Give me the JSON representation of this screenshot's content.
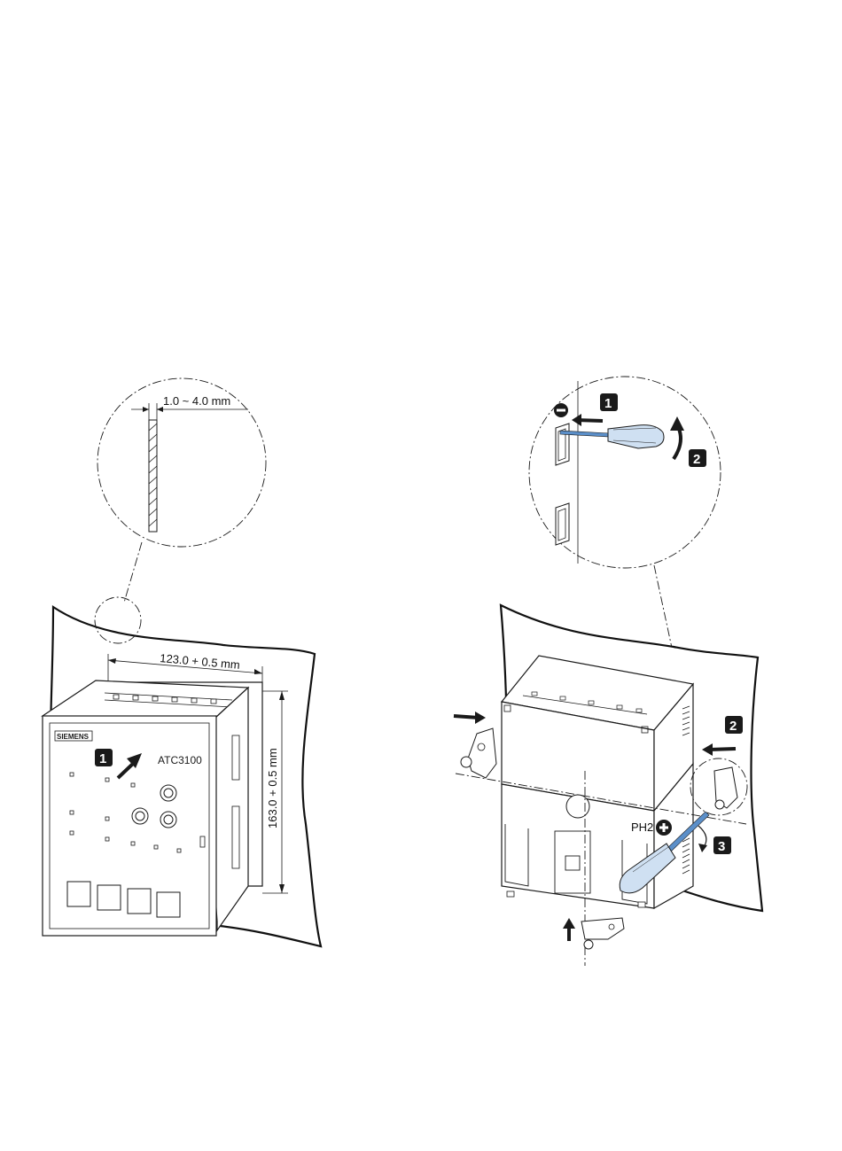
{
  "left_figure": {
    "detail_dimension": "1.0 ~ 4.0 mm",
    "width_dimension": "123.0 + 0.5 mm",
    "height_dimension": "163.0 + 0.5 mm",
    "device_model": "ATC3100",
    "brand": "SIEMENS",
    "step_badge": "1"
  },
  "right_figure": {
    "step_badges": [
      "1",
      "2",
      "2",
      "3"
    ],
    "screwdriver_label": "PH2",
    "minus_symbol": "−",
    "plus_symbol": "+"
  },
  "colors": {
    "line": "#1a1a1a",
    "badge_fill": "#1a1a1a",
    "screwdriver_blue": "#5b8fc9",
    "screwdriver_handle": "#cfe0f2"
  },
  "icons": [
    "arrow-icon",
    "curved-arrow-icon",
    "minus-circle-icon",
    "plus-circle-icon",
    "screwdriver-icon"
  ]
}
